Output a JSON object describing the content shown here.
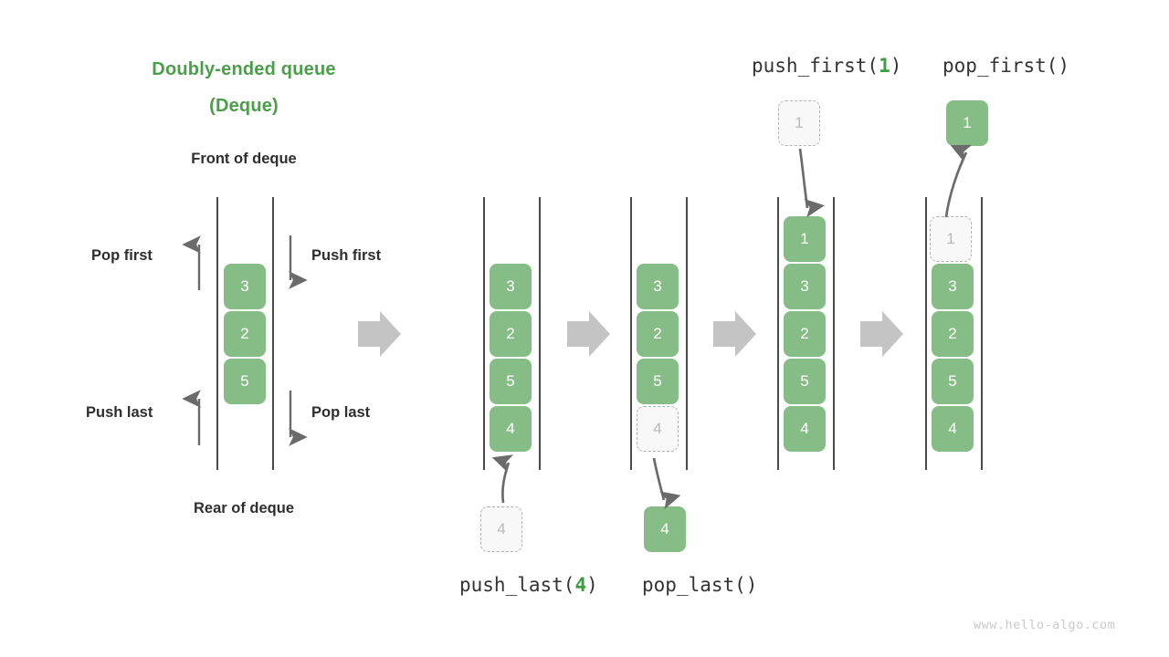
{
  "title": {
    "line1": "Doubly-ended queue",
    "line2": "(Deque)"
  },
  "labels": {
    "front_of_deque": "Front of deque",
    "rear_of_deque": "Rear of deque",
    "pop_first": "Pop first",
    "push_first": "Push first",
    "push_last": "Push last",
    "pop_last": "Pop last"
  },
  "captions": {
    "push_first": {
      "name": "push_first(",
      "arg": "1",
      "close": ")"
    },
    "pop_first": {
      "name": "pop_first()",
      "arg": "",
      "close": ""
    },
    "push_last": {
      "name": "push_last(",
      "arg": "4",
      "close": ")"
    },
    "pop_last": {
      "name": "pop_last()",
      "arg": "",
      "close": ""
    }
  },
  "watermark": "www.hello-algo.com",
  "colors": {
    "accent_green": "#86bc86",
    "title_green": "#4a9e4a",
    "arg_green": "#3c9e3c",
    "ghost_fill": "#f8f8f8",
    "ghost_border": "#b3b3b3",
    "ghost_text": "#b9b9b9",
    "rail": "#4a4a4a",
    "arrow_gray": "#6b6b6b",
    "block_arrow": "#c4c4c4",
    "text_dark": "#2e2e2e",
    "watermark_gray": "#c9c9c9"
  },
  "columns": [
    {
      "id": "overview",
      "name": "deque-overview",
      "cells": [
        {
          "value": "3",
          "state": "filled"
        },
        {
          "value": "2",
          "state": "filled"
        },
        {
          "value": "5",
          "state": "filled"
        }
      ],
      "floating": []
    },
    {
      "id": "push-last-before",
      "name": "deque-after-push-last",
      "cells": [
        {
          "value": "3",
          "state": "filled"
        },
        {
          "value": "2",
          "state": "filled"
        },
        {
          "value": "5",
          "state": "filled"
        },
        {
          "value": "4",
          "state": "filled"
        }
      ],
      "floating": [
        {
          "value": "4",
          "state": "ghost",
          "position": "below"
        }
      ]
    },
    {
      "id": "pop-last",
      "name": "deque-pop-last",
      "cells": [
        {
          "value": "3",
          "state": "filled"
        },
        {
          "value": "2",
          "state": "filled"
        },
        {
          "value": "5",
          "state": "filled"
        },
        {
          "value": "4",
          "state": "ghost"
        }
      ],
      "floating": [
        {
          "value": "4",
          "state": "filled",
          "position": "below"
        }
      ]
    },
    {
      "id": "push-first",
      "name": "deque-after-push-first",
      "cells": [
        {
          "value": "1",
          "state": "filled"
        },
        {
          "value": "3",
          "state": "filled"
        },
        {
          "value": "2",
          "state": "filled"
        },
        {
          "value": "5",
          "state": "filled"
        },
        {
          "value": "4",
          "state": "filled"
        }
      ],
      "floating": [
        {
          "value": "1",
          "state": "ghost",
          "position": "above"
        }
      ]
    },
    {
      "id": "pop-first",
      "name": "deque-pop-first",
      "cells": [
        {
          "value": "1",
          "state": "ghost"
        },
        {
          "value": "3",
          "state": "filled"
        },
        {
          "value": "2",
          "state": "filled"
        },
        {
          "value": "5",
          "state": "filled"
        },
        {
          "value": "4",
          "state": "filled"
        }
      ],
      "floating": [
        {
          "value": "1",
          "state": "filled",
          "position": "above"
        }
      ]
    }
  ]
}
